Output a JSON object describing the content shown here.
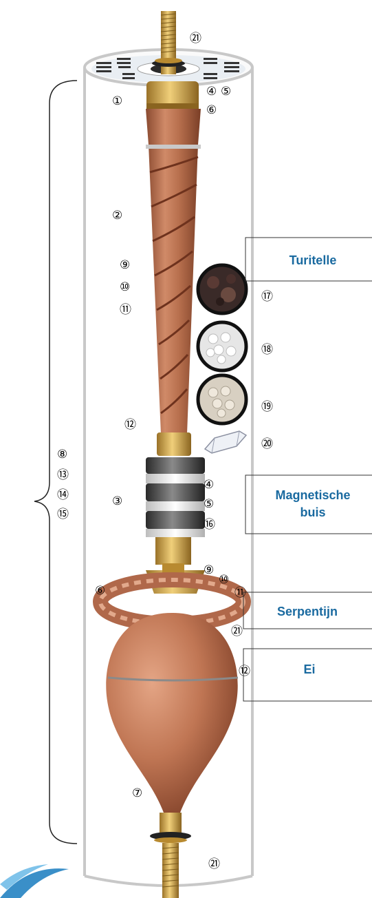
{
  "labels": {
    "turitelle": "Turitelle",
    "magnetische_line1": "Magnetische",
    "magnetische_line2": "buis",
    "serpentijn": "Serpentijn",
    "ei": "Ei"
  },
  "markers": {
    "n1": "①",
    "n2": "②",
    "n3": "③",
    "n4a": "④",
    "n5a": "⑤",
    "n6a": "⑥",
    "n4b": "④",
    "n5b": "⑤",
    "n16": "⑯",
    "n6b": "⑥",
    "n7": "⑦",
    "n8": "⑧",
    "n13": "⑬",
    "n14": "⑭",
    "n15": "⑮",
    "n9a": "⑨",
    "n10a": "⑩",
    "n11a": "⑪",
    "n12a": "⑫",
    "n9b": "⑨",
    "n10b": "⑩",
    "n11b": "⑪",
    "n12b": "⑫",
    "n17": "⑰",
    "n18": "⑱",
    "n19": "⑲",
    "n20": "⑳",
    "n21a": "㉑",
    "n21b": "㉑",
    "n21c": "㉑"
  },
  "colors": {
    "copper": "#b8704e",
    "brass": "#c9a04a",
    "label_blue": "#1a6aa0",
    "cylinder_outline": "#c8c8c8"
  }
}
